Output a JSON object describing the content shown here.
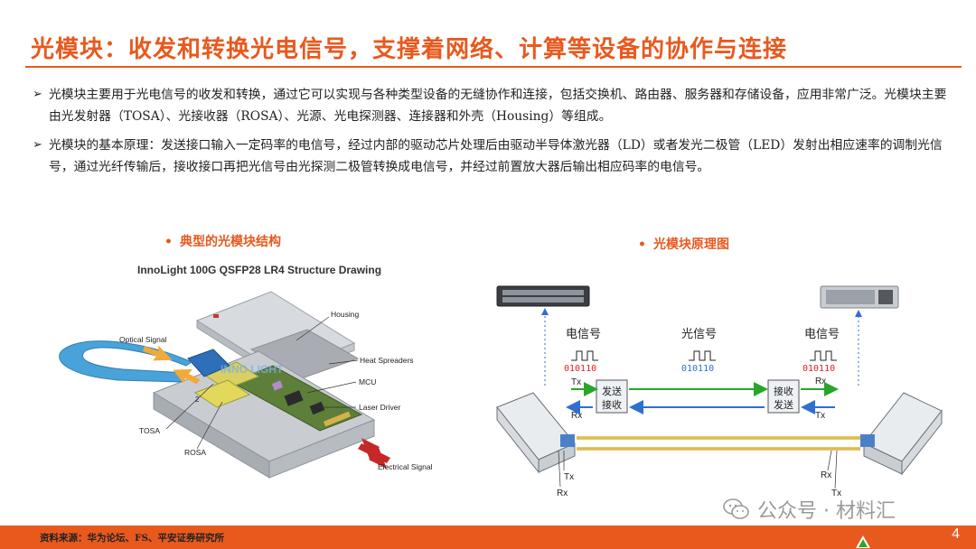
{
  "title": "光模块：收发和转换光电信号，支撑着网络、计算等设备的协作与连接",
  "bullets": [
    "光模块主要用于光电信号的收发和转换，通过它可以实现与各种类型设备的无缝协作和连接，包括交换机、路由器、服务器和存储设备，应用非常广泛。光模块主要由光发射器（TOSA）、光接收器（ROSA）、光源、光电探测器、连接器和外壳（Housing）等组成。",
    "光模块的基本原理：发送接口输入一定码率的电信号，经过内部的驱动芯片处理后由驱动半导体激光器（LD）或者发光二极管（LED）发射出相应速率的调制光信号，通过光纤传输后，接收接口再把光信号由光探测二极管转换成电信号，并经过前置放大器后输出相应码率的电信号。"
  ],
  "figures": {
    "left": {
      "caption_dot": "•",
      "caption": "典型的光模块结构",
      "drawing_title": "InnoLight 100G QSFP28 LR4 Structure Drawing",
      "watermark_text": "INNO LIGHT",
      "labels": {
        "housing": "Housing",
        "optical_signal": "Optical Signal",
        "heat_spreaders": "Heat Spreaders",
        "mcu": "MCU",
        "laser_driver": "Laser Driver",
        "tosa": "TOSA",
        "rosa": "ROSA",
        "electrical_signal": "Electrical Signal",
        "num2": "2"
      }
    },
    "right": {
      "caption_dot": "•",
      "caption": "光模块原理图",
      "left_signal_label": "电信号",
      "middle_signal_label": "光信号",
      "right_signal_label": "电信号",
      "bits": "010110",
      "left_box": [
        "发送",
        "接收"
      ],
      "right_box": [
        "接收",
        "发送"
      ],
      "tx": "Tx",
      "rx": "Rx"
    }
  },
  "watermark": "公众号 · 材料汇",
  "footer": {
    "source": "资料来源：华为论坛、FS、平安证券研究所",
    "page": "4"
  },
  "colors": {
    "accent": "#e8591e",
    "arrow_blue": "#2e6fd0",
    "arrow_green": "#2aa52a",
    "bit_red": "#e02020",
    "bit_blue": "#2e6fd0",
    "fiber": "#e8c860"
  }
}
